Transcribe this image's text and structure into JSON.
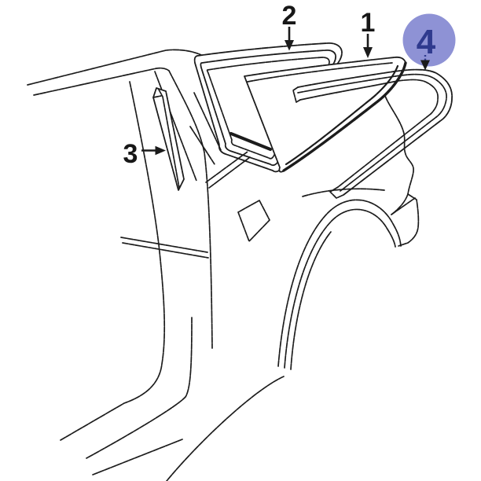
{
  "figure": {
    "kind": "auto-parts-line-diagram",
    "subject": "rear quarter window, molding, pillar trim and weatherstrip line drawing",
    "background_color": "#ffffff",
    "line_color": "#1c1c1c"
  },
  "callouts": [
    {
      "label": "1",
      "arrow_direction": "down",
      "highlighted": false
    },
    {
      "label": "2",
      "arrow_direction": "down",
      "highlighted": false
    },
    {
      "label": "3",
      "arrow_direction": "right",
      "highlighted": false
    },
    {
      "label": "4",
      "arrow_direction": "down",
      "highlighted": true
    }
  ],
  "highlight": {
    "shape": "circle",
    "fill_color": "#7a7fce",
    "label_color": "#2f3a8e"
  }
}
